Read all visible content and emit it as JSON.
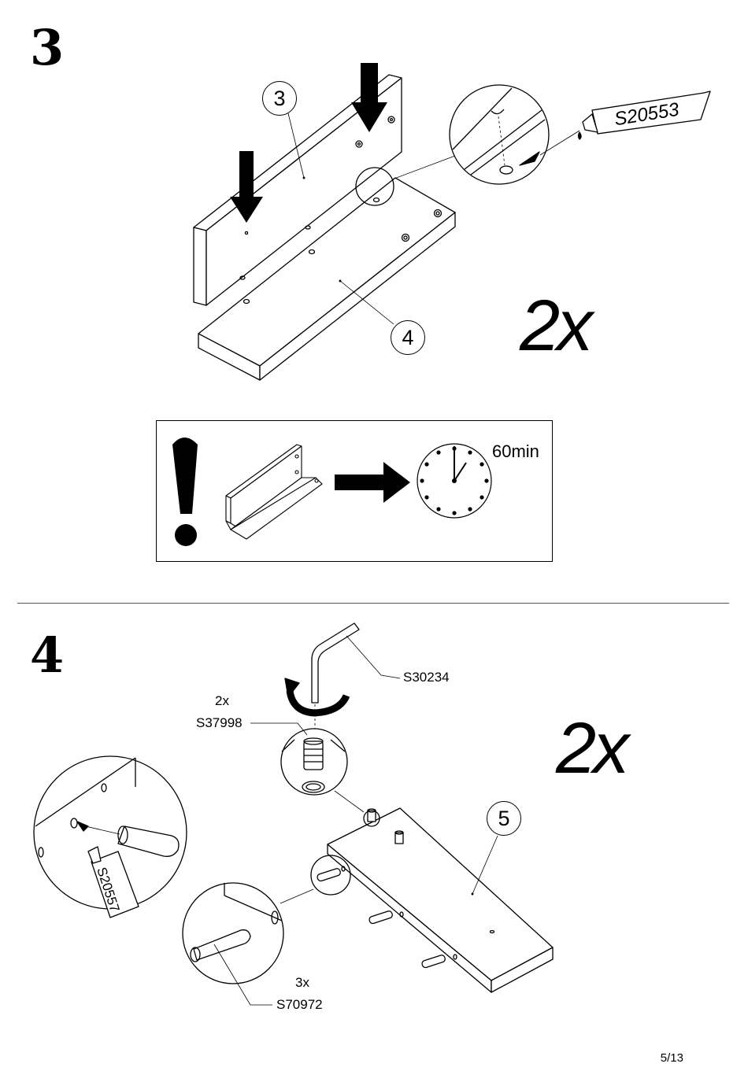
{
  "step3": {
    "number": "3",
    "quantity": "2x",
    "part_top": "3",
    "part_bottom": "4",
    "glue_code": "S20553",
    "note": {
      "time": "60min"
    }
  },
  "step4": {
    "number": "4",
    "quantity": "2x",
    "tool_code": "S30234",
    "insert_qty": "2x",
    "insert_code": "S37998",
    "glue_code": "S20557",
    "dowel_qty": "3x",
    "dowel_code": "S70972",
    "part": "5"
  },
  "page": {
    "number": "5/13"
  }
}
